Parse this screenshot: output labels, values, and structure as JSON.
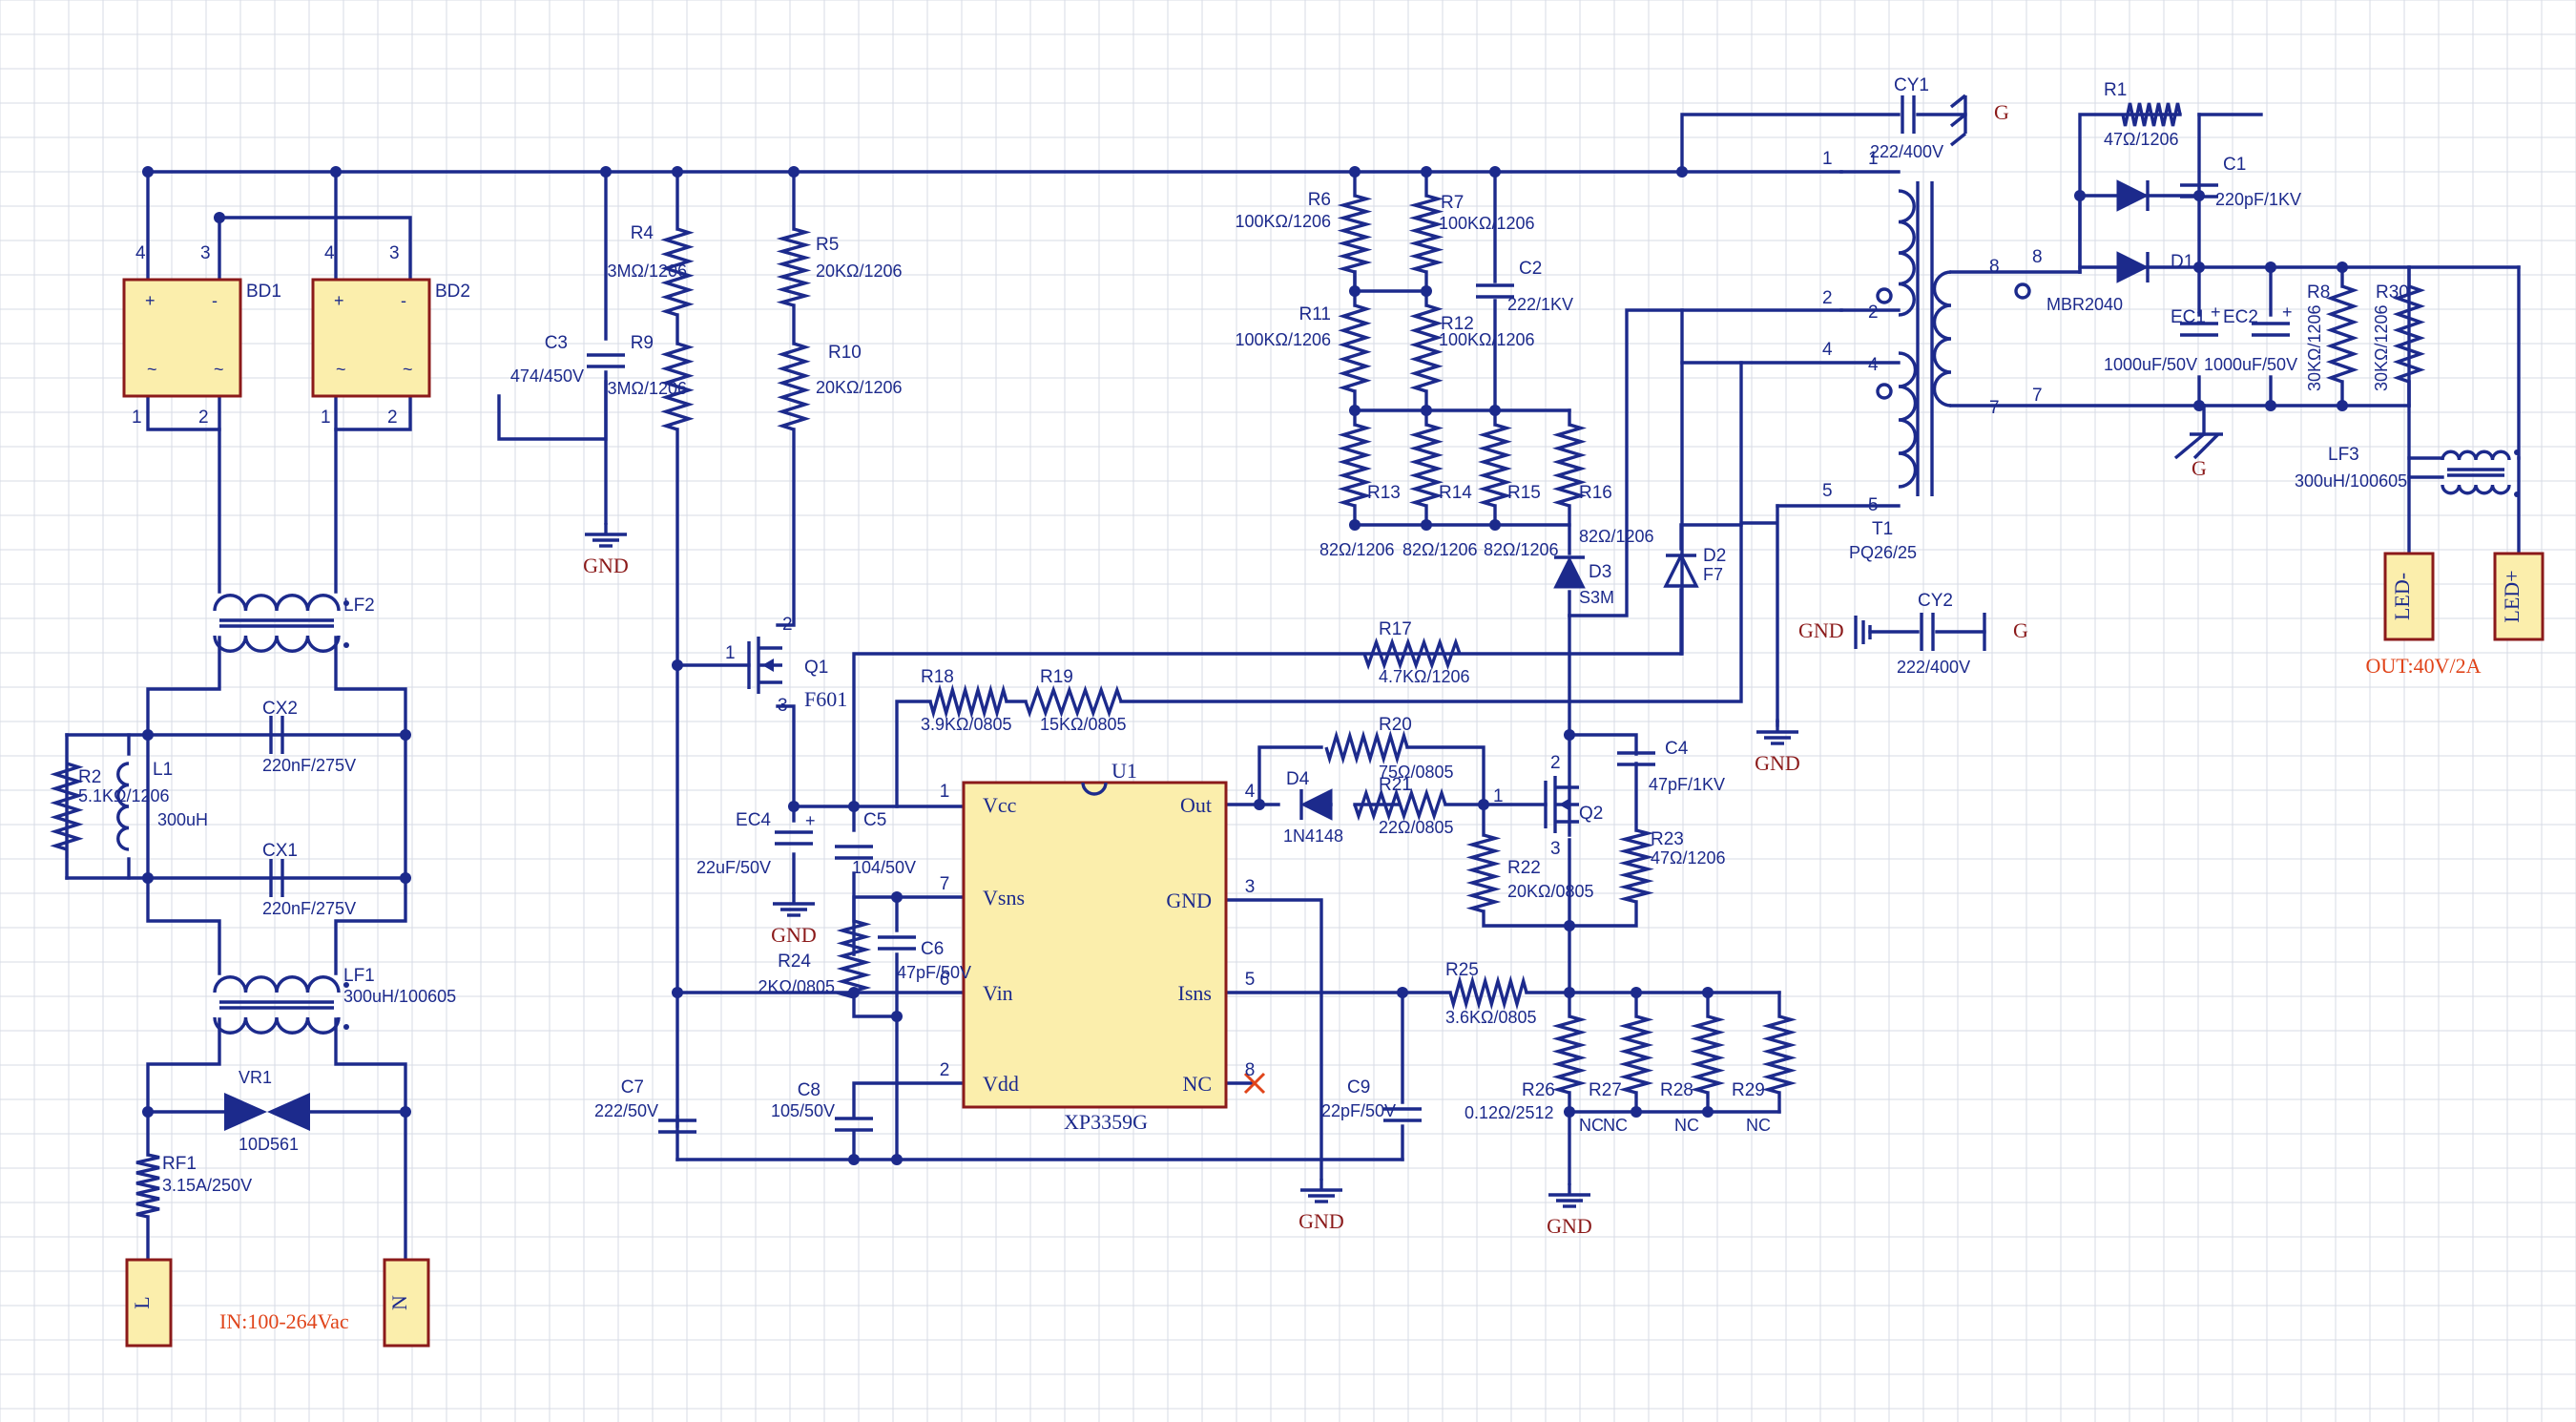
{
  "colors": {
    "wire": "#1c2a8c",
    "component_fill": "#fbeeac",
    "ground_label": "#8b1a1a",
    "note": "#e0441a",
    "grid": "#d7dbe6"
  },
  "notes": {
    "input": "IN:100-264Vac",
    "output": "OUT:40V/2A"
  },
  "gnd_labels": {
    "c3": "GND",
    "ec4": "GND",
    "t1": "GND",
    "cy2": "GND",
    "u1": "GND",
    "r26": "GND",
    "g": "G"
  },
  "ic": {
    "ref": "U1",
    "part": "XP3359G",
    "left": [
      {
        "num": "1",
        "name": "Vcc"
      },
      {
        "num": "7",
        "name": "Vsns"
      },
      {
        "num": "6",
        "name": "Vin"
      },
      {
        "num": "2",
        "name": "Vdd"
      }
    ],
    "right": [
      {
        "num": "4",
        "name": "Out"
      },
      {
        "num": "3",
        "name": "GND"
      },
      {
        "num": "5",
        "name": "Isns"
      },
      {
        "num": "8",
        "name": "NC"
      }
    ]
  },
  "connectors": {
    "l": "L",
    "n": "N",
    "led_neg": "LED-",
    "led_pos": "LED+"
  },
  "bridges": [
    {
      "ref": "BD1",
      "pins": [
        "4",
        "3",
        "1",
        "2"
      ]
    },
    {
      "ref": "BD2",
      "pins": [
        "4",
        "3",
        "1",
        "2"
      ]
    }
  ],
  "bridge_symbols": {
    "plus": "+",
    "minus": "-",
    "ac": "~"
  },
  "transformer": {
    "ref": "T1",
    "part": "PQ26/25",
    "pins_left": [
      "1",
      "2",
      "4",
      "5"
    ],
    "pins_right": [
      "8",
      "7"
    ],
    "wire_nums": [
      "1",
      "2",
      "4",
      "5",
      "8",
      "7"
    ]
  },
  "components": {
    "R4": {
      "ref": "R4",
      "val": "3MΩ/1206"
    },
    "R9": {
      "ref": "R9",
      "val": "3MΩ/1206"
    },
    "R5": {
      "ref": "R5",
      "val": "20KΩ/1206"
    },
    "R10": {
      "ref": "R10",
      "val": "20KΩ/1206"
    },
    "C3": {
      "ref": "C3",
      "val": "474/450V"
    },
    "R6": {
      "ref": "R6",
      "val": "100KΩ/1206"
    },
    "R7": {
      "ref": "R7",
      "val": "100KΩ/1206"
    },
    "R11": {
      "ref": "R11",
      "val": "100KΩ/1206"
    },
    "R12": {
      "ref": "R12",
      "val": "100KΩ/1206"
    },
    "C2": {
      "ref": "C2",
      "val": "222/1KV"
    },
    "R13": {
      "ref": "R13",
      "val": "82Ω/1206"
    },
    "R14": {
      "ref": "R14",
      "val": "82Ω/1206"
    },
    "R15": {
      "ref": "R15",
      "val": "82Ω/1206"
    },
    "R16": {
      "ref": "R16",
      "val": "82Ω/1206"
    },
    "D3": {
      "ref": "D3",
      "val": "S3M"
    },
    "D2": {
      "ref": "D2",
      "val": "F7"
    },
    "CY1": {
      "ref": "CY1",
      "val": "222/400V"
    },
    "CY2": {
      "ref": "CY2",
      "val": "222/400V"
    },
    "R1": {
      "ref": "R1",
      "val": "47Ω/1206"
    },
    "C1": {
      "ref": "C1",
      "val": "220pF/1KV"
    },
    "D1": {
      "ref": "D1",
      "val": "MBR2040"
    },
    "EC1": {
      "ref": "EC1",
      "val": "1000uF/50V"
    },
    "EC2": {
      "ref": "EC2",
      "val": "1000uF/50V"
    },
    "R8": {
      "ref": "R8",
      "val": "30KΩ/1206"
    },
    "R30": {
      "ref": "R30",
      "val": "30KΩ/1206"
    },
    "LF3": {
      "ref": "LF3",
      "val": "300uH/100605"
    },
    "LF2": {
      "ref": "LF2",
      "val": ""
    },
    "CX2": {
      "ref": "CX2",
      "val": "220nF/275V"
    },
    "CX1": {
      "ref": "CX1",
      "val": "220nF/275V"
    },
    "R2": {
      "ref": "R2",
      "val": "5.1KΩ/1206"
    },
    "L1": {
      "ref": "L1",
      "val": "300uH"
    },
    "LF1": {
      "ref": "LF1",
      "val": "300uH/100605"
    },
    "VR1": {
      "ref": "VR1",
      "val": "10D561"
    },
    "RF1": {
      "ref": "RF1",
      "val": "3.15A/250V"
    },
    "Q1": {
      "ref": "Q1",
      "val": "F601",
      "pins": [
        "1",
        "2",
        "3"
      ]
    },
    "EC4": {
      "ref": "EC4",
      "val": "22uF/50V"
    },
    "C5": {
      "ref": "C5",
      "val": "104/50V"
    },
    "R17": {
      "ref": "R17",
      "val": "4.7KΩ/1206"
    },
    "R18": {
      "ref": "R18",
      "val": "3.9KΩ/0805"
    },
    "R19": {
      "ref": "R19",
      "val": "15KΩ/0805"
    },
    "R24": {
      "ref": "R24",
      "val": "2KΩ/0805"
    },
    "C6": {
      "ref": "C6",
      "val": "47pF/50V"
    },
    "C7": {
      "ref": "C7",
      "val": "222/50V"
    },
    "C8": {
      "ref": "C8",
      "val": "105/50V"
    },
    "C9": {
      "ref": "C9",
      "val": "22pF/50V"
    },
    "D4": {
      "ref": "D4",
      "val": "1N4148"
    },
    "R20": {
      "ref": "R20",
      "val": "75Ω/0805"
    },
    "R21": {
      "ref": "R21",
      "val": "22Ω/0805"
    },
    "R22": {
      "ref": "R22",
      "val": "20KΩ/0805"
    },
    "Q2": {
      "ref": "Q2",
      "val": "",
      "pins": [
        "1",
        "2",
        "3"
      ]
    },
    "C4": {
      "ref": "C4",
      "val": "47pF/1KV"
    },
    "R23": {
      "ref": "R23",
      "val": "47Ω/1206"
    },
    "R25": {
      "ref": "R25",
      "val": "3.6KΩ/0805"
    },
    "R26": {
      "ref": "R26",
      "val": "0.12Ω/2512"
    },
    "R27": {
      "ref": "R27",
      "val": "NC"
    },
    "R28": {
      "ref": "R28",
      "val": "NC"
    },
    "R29": {
      "ref": "R29",
      "val": "NC"
    },
    "R26nc": {
      "val": "NC"
    }
  }
}
